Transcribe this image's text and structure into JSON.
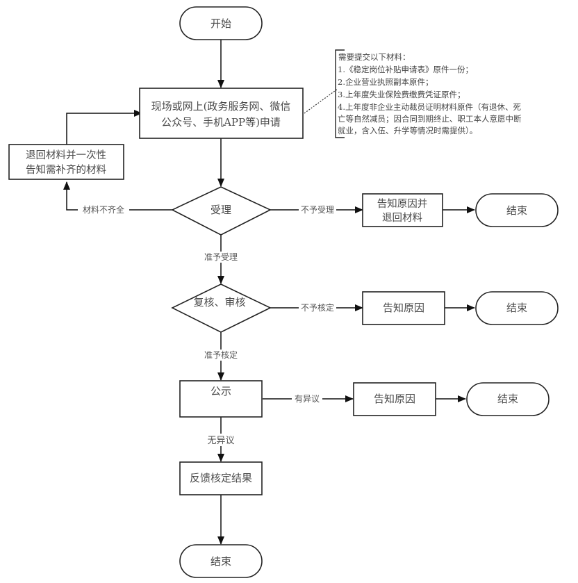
{
  "diagram": {
    "type": "flowchart",
    "colors": {
      "background": "#ffffff",
      "stroke": "#222222",
      "text": "#4a4a4a"
    },
    "nodes": {
      "start": {
        "shape": "terminator",
        "label": "开始"
      },
      "apply": {
        "shape": "process",
        "lines": [
          "现场或网上(政务服务网、微信",
          "公众号、手机APP等)申请"
        ]
      },
      "return_materials": {
        "shape": "process",
        "lines": [
          "退回材料并一次性",
          "告知需补齐的材料"
        ]
      },
      "accept": {
        "shape": "decision",
        "label": "受理"
      },
      "reject_notify": {
        "shape": "process",
        "lines": [
          "告知原因并",
          "退回材料"
        ]
      },
      "end1": {
        "shape": "terminator",
        "label": "结束"
      },
      "review": {
        "shape": "decision",
        "label": "复核、审核"
      },
      "review_notify": {
        "shape": "process",
        "label": "告知原因"
      },
      "end2": {
        "shape": "terminator",
        "label": "结束"
      },
      "publicize": {
        "shape": "process",
        "label": "公示"
      },
      "objection_notify": {
        "shape": "process",
        "label": "告知原因"
      },
      "end3": {
        "shape": "terminator",
        "label": "结束"
      },
      "feedback": {
        "shape": "process",
        "label": "反馈核定结果"
      },
      "end_final": {
        "shape": "terminator",
        "label": "结束"
      }
    },
    "edges": {
      "incomplete": "材料不齐全",
      "not_accepted": "不予受理",
      "accepted": "准予受理",
      "not_approved": "不予核定",
      "approved": "准予核定",
      "has_objection": "有异议",
      "no_objection": "无异议"
    },
    "note": {
      "lines": [
        "需要提交以下材料：",
        "1.《稳定岗位补贴申请表》原件一份；",
        "2.企业营业执照副本原件；",
        "3.上年度失业保险费缴费凭证原件；",
        "4.上年度非企业主动裁员证明材料原件（有退休、死",
        "亡等自然减员；因合同到期终止、职工本人意愿中断",
        "就业，含入伍、升学等情况时需提供）。"
      ]
    }
  }
}
